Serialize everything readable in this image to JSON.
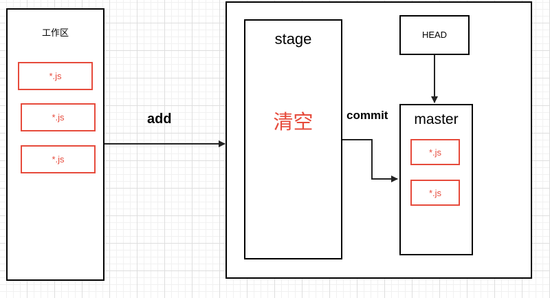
{
  "workspace": {
    "title": "工作区",
    "files": [
      "*.js",
      "*.js",
      "*.js"
    ]
  },
  "edges": {
    "add_label": "add",
    "commit_label": "commit"
  },
  "stage": {
    "title": "stage",
    "content": "清空"
  },
  "head": {
    "label": "HEAD"
  },
  "master": {
    "title": "master",
    "files": [
      "*.js",
      "*.js"
    ]
  },
  "colors": {
    "file_red": "#e64a3b",
    "stroke": "#000000",
    "grid": "#dedede"
  }
}
